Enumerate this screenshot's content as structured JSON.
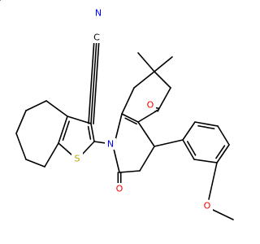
{
  "colors": {
    "bond": "#000000",
    "N": "#0000ff",
    "O": "#ff0000",
    "S": "#b5a600",
    "C": "#000000"
  },
  "atoms": {
    "N_nitrile": "N",
    "C_nitrile": "C",
    "S_thiophene": "S",
    "N_ring": "N",
    "O_ketone": "O",
    "O_amide": "O",
    "O_ether": "O"
  }
}
